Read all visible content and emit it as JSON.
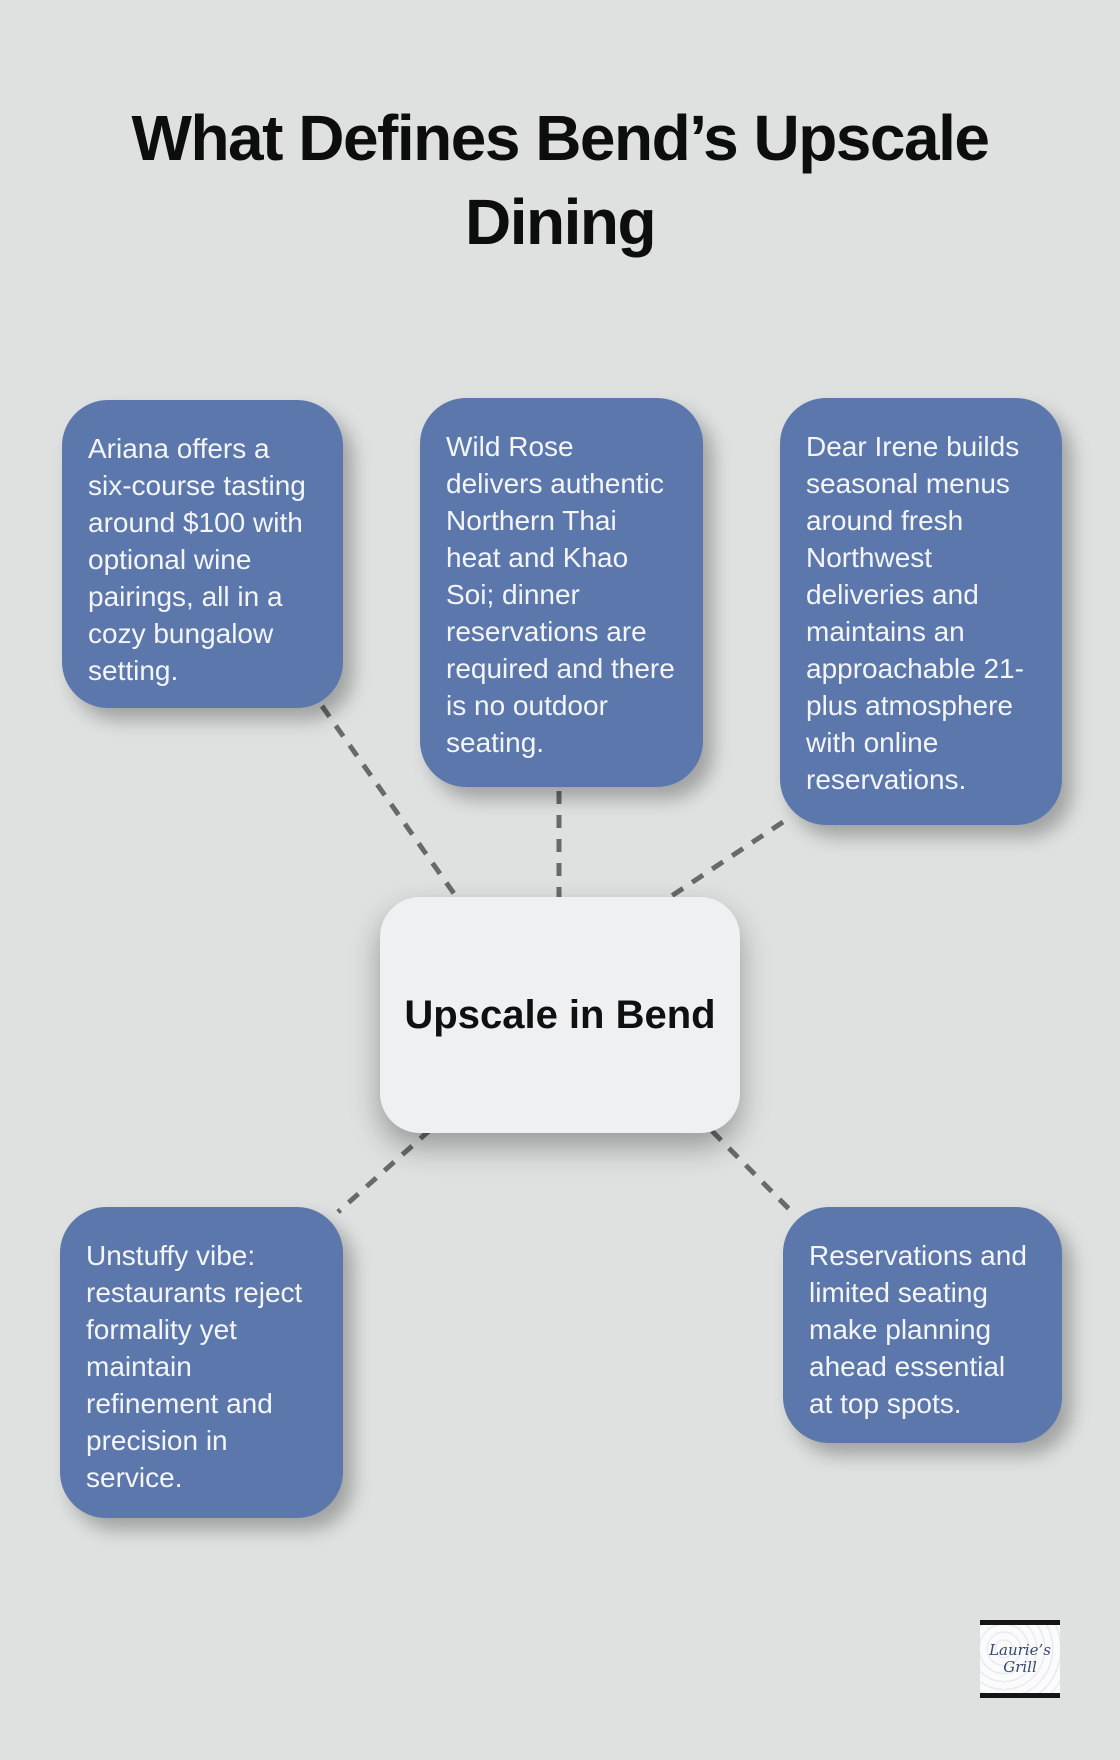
{
  "title": {
    "line1": "What Defines Bend’s Upscale",
    "line2": "Dining"
  },
  "center_node": {
    "label": "Upscale in Bend"
  },
  "nodes": [
    {
      "name": "ariana",
      "text": "Ariana offers a six-course tasting around $100 with optional wine pairings, all in a cozy bungalow setting."
    },
    {
      "name": "wild-rose",
      "text": "Wild Rose delivers authentic Northern Thai heat and Khao Soi; dinner reservations are required and there is no outdoor seating."
    },
    {
      "name": "dear-irene",
      "text": "Dear Irene builds seasonal menus around fresh Northwest deliveries and maintains an approachable 21-plus atmosphere with online reservations."
    },
    {
      "name": "unstuffy-vibe",
      "text": "Unstuffy vibe: restaurants reject formality yet maintain refinement and precision in service."
    },
    {
      "name": "reservations",
      "text": "Reservations and limited seating make planning ahead essential at top spots."
    }
  ],
  "logo": {
    "line1": "Laurie’s",
    "line2": "Grill"
  },
  "colors": {
    "background": "#dfe1e1",
    "node_fill": "#5c77ab",
    "node_text": "#f3f5f7",
    "center_fill": "#eef0f2",
    "center_text": "#101010",
    "connector": "#696969",
    "title_text": "#0d0d0d",
    "logo_text": "#35486e"
  }
}
